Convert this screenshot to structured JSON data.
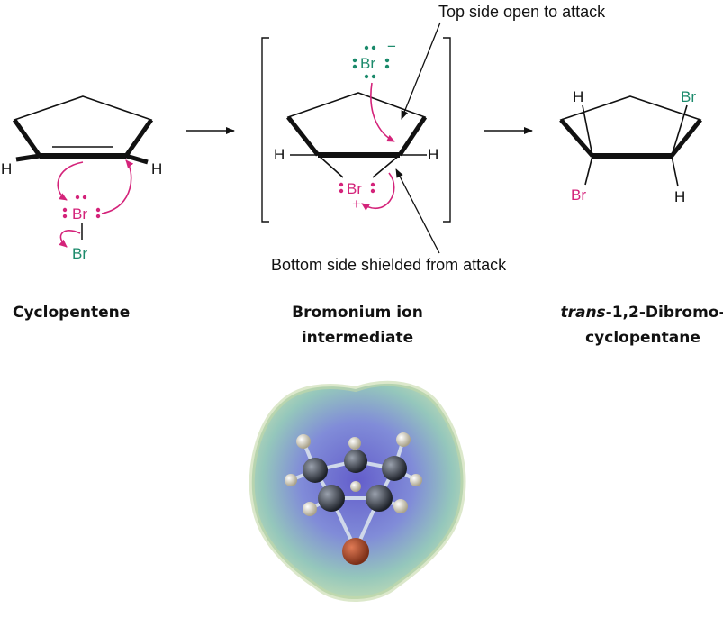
{
  "labels": {
    "H": "H",
    "Br": "Br",
    "minus": "−",
    "plus": "+"
  },
  "annotations": {
    "top": "Top side open to attack",
    "bottom": "Bottom side shielded from attack"
  },
  "captions": {
    "cyclopentene": "Cyclopentene",
    "bromonium_line1": "Bromonium ion",
    "bromonium_line2": "intermediate",
    "trans_italic": "trans",
    "trans_rest": "-1,2-Dibromo-",
    "trans_line2": "cyclopentane"
  },
  "colors": {
    "bromine_reagent": "#1b8a6b",
    "electron_flow": "#d4237a",
    "bond": "#111111"
  }
}
